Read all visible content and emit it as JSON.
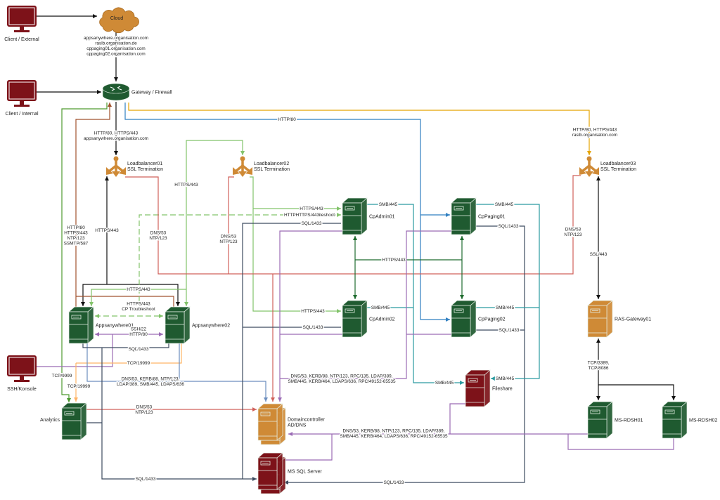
{
  "colors": {
    "server_green": "#1f5a30",
    "server_orange": "#cf8a36",
    "server_red": "#7d1219",
    "black": "#111111",
    "green": "#4d9a2f",
    "brown": "#a0522d",
    "blue": "#2f7fc1",
    "yellow": "#e5a400",
    "lightgreen": "#82c36a",
    "purple": "#9b6bb5",
    "red": "#d0605a",
    "lightorange": "#ffb366",
    "periwinkle": "#6c8ebf",
    "slate": "#3c4b5f",
    "teal": "#2a9aa0",
    "darkgreen": "#1e6b2e"
  },
  "nodes": {
    "client_external": {
      "type": "monitor-icon",
      "color": "server_red",
      "label": [
        "Client / External"
      ]
    },
    "cloud": {
      "type": "cloud-icon",
      "color": "server_orange",
      "label": [
        "Cloud"
      ]
    },
    "client_internal": {
      "type": "monitor-icon",
      "color": "server_red",
      "label": [
        "Client / Internal"
      ]
    },
    "gateway": {
      "type": "router-icon",
      "color": "server_green",
      "label": [
        "Gateway / Firewall"
      ]
    },
    "lb01": {
      "type": "loadbalancer-icon",
      "color": "server_orange",
      "label": [
        "Loadbalancer01",
        "SSL Termination"
      ]
    },
    "lb02": {
      "type": "loadbalancer-icon",
      "color": "server_orange",
      "label": [
        "Loadbalancer02",
        "SSL Termination"
      ]
    },
    "lb03": {
      "type": "loadbalancer-icon",
      "color": "server_orange",
      "label": [
        "Loadbalancer03",
        "SSL Termination"
      ]
    },
    "apps01": {
      "type": "server-icon",
      "color": "server_green",
      "label": [
        "Appsanywhere01"
      ]
    },
    "apps02": {
      "type": "server-icon",
      "color": "server_green",
      "label": [
        "Appsanywhere02"
      ]
    },
    "cpadmin01": {
      "type": "server-icon",
      "color": "server_green",
      "label": [
        "CpAdmin01"
      ]
    },
    "cpadmin02": {
      "type": "server-icon",
      "color": "server_green",
      "label": [
        "CpAdmin02"
      ]
    },
    "cppaging01": {
      "type": "server-icon",
      "color": "server_green",
      "label": [
        "CpPaging01"
      ]
    },
    "cppaging02": {
      "type": "server-icon",
      "color": "server_green",
      "label": [
        "CpPaging02"
      ]
    },
    "fileshare": {
      "type": "server-icon",
      "color": "server_red",
      "label": [
        "Fileshare"
      ]
    },
    "ssh_konsole": {
      "type": "monitor-icon",
      "color": "server_red",
      "label": [
        "SSH/Konsole"
      ]
    },
    "analytics": {
      "type": "server-icon",
      "color": "server_green",
      "label": [
        "Analytics"
      ]
    },
    "domaincontroller": {
      "type": "server-cluster-icon",
      "color": "server_orange",
      "label": [
        "Domaincontroller",
        "AD/DNS"
      ]
    },
    "mssql": {
      "type": "server-cluster-icon",
      "color": "server_red",
      "label": [
        "MS SQL Server"
      ]
    },
    "ras_gateway": {
      "type": "server-icon",
      "color": "server_orange",
      "label": [
        "RAS-Gateway01"
      ]
    },
    "rdsh01": {
      "type": "server-icon",
      "color": "server_green",
      "label": [
        "MS-RDSH01"
      ]
    },
    "rdsh02": {
      "type": "server-icon",
      "color": "server_green",
      "label": [
        "MS-RDSH02"
      ]
    }
  },
  "edges": [
    {
      "color": "black",
      "label": []
    },
    {
      "color": "black",
      "label": [
        "appsanywhere.organisation.com",
        "raslb.organisation.de",
        "cppaging01.organisation.com",
        "cppaging02.organisation.com"
      ]
    },
    {
      "color": "black",
      "label": []
    },
    {
      "color": "black",
      "label": [
        "HTTP/80, HTTPS/443",
        "appsanywhere.organisation.com"
      ]
    },
    {
      "color": "black",
      "label": [
        "HTTPS/443"
      ]
    },
    {
      "color": "black",
      "label": []
    },
    {
      "color": "green",
      "label": [
        "TCP/9999"
      ]
    },
    {
      "color": "brown",
      "label": [
        "HTTP/80",
        "HTTPS/443",
        "NTP/123",
        "SSMTP/587"
      ]
    },
    {
      "color": "brown",
      "label": []
    },
    {
      "color": "blue",
      "label": [
        "HTTP/80"
      ]
    },
    {
      "color": "blue",
      "label": []
    },
    {
      "color": "yellow",
      "label": [
        "HTTP/80, HTTPS/443",
        "raslb.organisation.com"
      ]
    },
    {
      "color": "lightgreen",
      "label": [
        "HTTPS/443"
      ]
    },
    {
      "color": "lightgreen",
      "label": [
        "HTTPS/443"
      ]
    },
    {
      "color": "lightgreen",
      "label": [
        "HTTPS/443"
      ]
    },
    {
      "color": "lightgreen",
      "label": [
        "HTTPS/443"
      ]
    },
    {
      "color": "lightgreen",
      "label": [
        "HTTPHTTPS/443ileshoot"
      ]
    },
    {
      "color": "lightgreen",
      "label": [
        "HTTPS/443",
        "CP Troubleshoot"
      ]
    },
    {
      "color": "purple",
      "label": [
        "SSH/22",
        "HTTP/80"
      ]
    },
    {
      "color": "purple",
      "label": []
    },
    {
      "color": "red",
      "label": [
        "DNS/53",
        "NTP/123"
      ]
    },
    {
      "color": "red",
      "label": [
        "DNS/53",
        "NTP/123"
      ]
    },
    {
      "color": "red",
      "label": [
        "DNS/53",
        "NTP/123"
      ]
    },
    {
      "color": "red",
      "label": []
    },
    {
      "color": "red",
      "label": [
        "DNS/53",
        "NTP/123"
      ]
    },
    {
      "color": "lightorange",
      "label": [
        "TCP/19999"
      ]
    },
    {
      "color": "lightorange",
      "label": [
        "TCP/19999"
      ]
    },
    {
      "color": "periwinkle",
      "label": [
        "DNS/53, KERB/88, NTP/123,",
        "LDAP/389, SMB/445, LDAPS/636"
      ]
    },
    {
      "color": "periwinkle",
      "label": []
    },
    {
      "color": "slate",
      "label": [
        "SQL/1433"
      ]
    },
    {
      "color": "slate",
      "label": [
        "SQL/1433"
      ]
    },
    {
      "color": "slate",
      "label": []
    },
    {
      "color": "slate",
      "label": [
        "SQL/1433"
      ]
    },
    {
      "color": "slate",
      "label": [
        "SQL/1433"
      ]
    },
    {
      "color": "slate",
      "label": [
        "SQL/1433"
      ]
    },
    {
      "color": "slate",
      "label": [
        "SQL/1433"
      ]
    },
    {
      "color": "slate",
      "label": [
        "SQL/1433"
      ]
    },
    {
      "color": "teal",
      "label": [
        "SMB/445"
      ]
    },
    {
      "color": "teal",
      "label": [
        "SMB/445"
      ]
    },
    {
      "color": "teal",
      "label": [
        "SMB/445"
      ]
    },
    {
      "color": "teal",
      "label": [
        "SMB/445"
      ]
    },
    {
      "color": "teal",
      "label": [
        "SMB/445"
      ]
    },
    {
      "color": "teal",
      "label": [
        "SMB/445"
      ]
    },
    {
      "color": "darkgreen",
      "label": []
    },
    {
      "color": "darkgreen",
      "label": []
    },
    {
      "color": "darkgreen",
      "label": [
        "HTTPS/443"
      ]
    },
    {
      "color": "purple",
      "label": []
    },
    {
      "color": "purple",
      "label": []
    },
    {
      "color": "purple",
      "label": [
        "DNS/53, KERB/88, NTP/123, RPC/135, LDAP/389,",
        "SMB/445, KERB/464, LDAPS/636, RPC/49152-65535"
      ]
    },
    {
      "color": "purple",
      "label": []
    },
    {
      "color": "purple",
      "label": [
        "DNS/53, KERB/88, NTP/123, RPC/135, LDAP/389,",
        "SMB/445, KERB/464, LDAPS/636, RPC/49152-65535"
      ]
    },
    {
      "color": "purple",
      "label": []
    },
    {
      "color": "purple",
      "label": []
    },
    {
      "color": "purple",
      "label": []
    },
    {
      "color": "black",
      "label": [
        "SSL/443"
      ]
    },
    {
      "color": "black",
      "label": [
        "TCP/3389,",
        "TCP/8086"
      ]
    },
    {
      "color": "black",
      "label": []
    }
  ]
}
